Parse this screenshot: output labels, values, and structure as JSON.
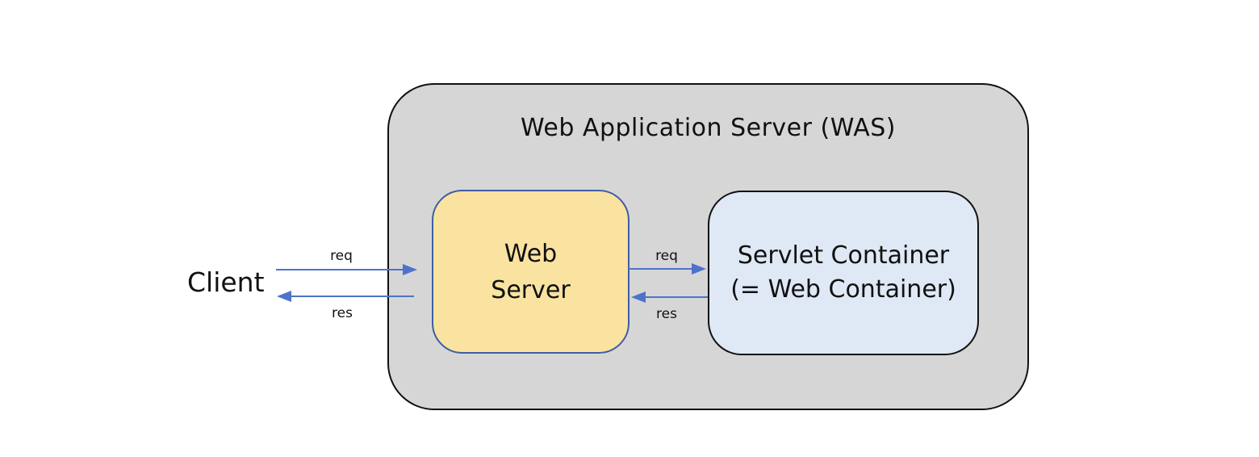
{
  "title": "Web Application Server (WAS)",
  "nodes": {
    "client": {
      "label": "Client"
    },
    "web_server": {
      "label_line1": "Web",
      "label_line2": "Server"
    },
    "servlet_container": {
      "label_line1": "Servlet Container",
      "label_line2": "(= Web Container)"
    }
  },
  "arrows": {
    "client_req": {
      "label": "req",
      "direction": "right",
      "from": "Client",
      "to": "Web Server"
    },
    "client_res": {
      "label": "res",
      "direction": "left",
      "from": "Web Server",
      "to": "Client"
    },
    "ws_req": {
      "label": "req",
      "direction": "right",
      "from": "Web Server",
      "to": "Servlet Container"
    },
    "ws_res": {
      "label": "res",
      "direction": "left",
      "from": "Servlet Container",
      "to": "Web Server"
    }
  },
  "colors": {
    "was_fill": "#d6d6d6",
    "was_border": "#111111",
    "web_server_fill": "#fae3a1",
    "web_server_border": "#3f5ea2",
    "servlet_fill": "#dfe9f5",
    "servlet_border": "#111111",
    "arrow": "#4e73c9",
    "text": "#111111"
  }
}
